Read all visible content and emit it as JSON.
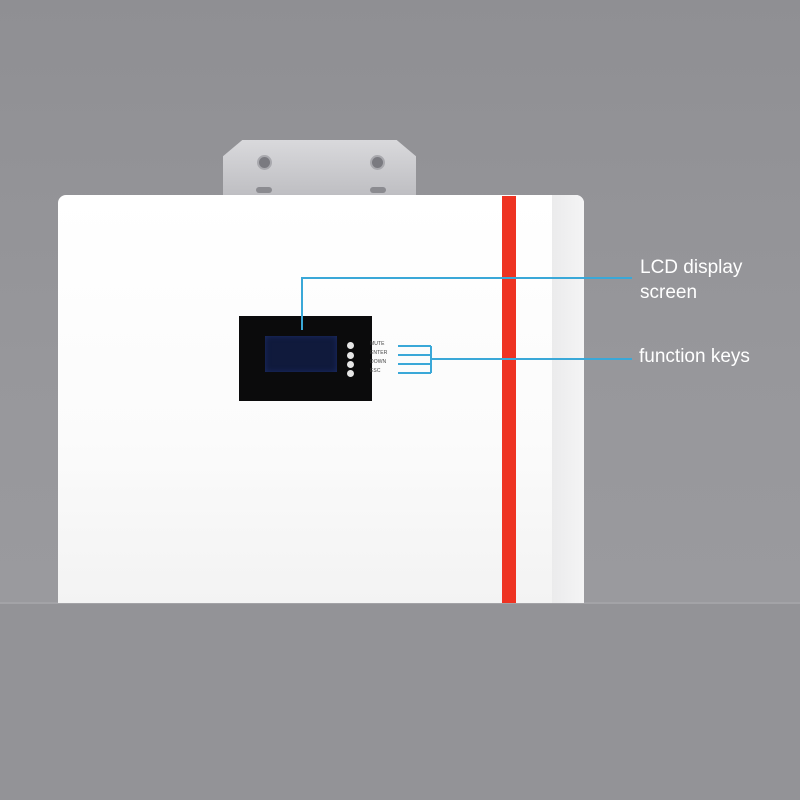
{
  "annotations": {
    "lcd": {
      "line1": "LCD display",
      "line2": "screen"
    },
    "keys": {
      "label": "function keys"
    }
  },
  "device": {
    "key_labels": [
      "MUTE",
      "ENTER",
      "DOWN",
      "ESC"
    ]
  },
  "colors": {
    "accent_stripe": "#ee3322",
    "leader_line": "#3aa8d8",
    "lcd_screen": "#101a3c",
    "background": "#939397"
  }
}
